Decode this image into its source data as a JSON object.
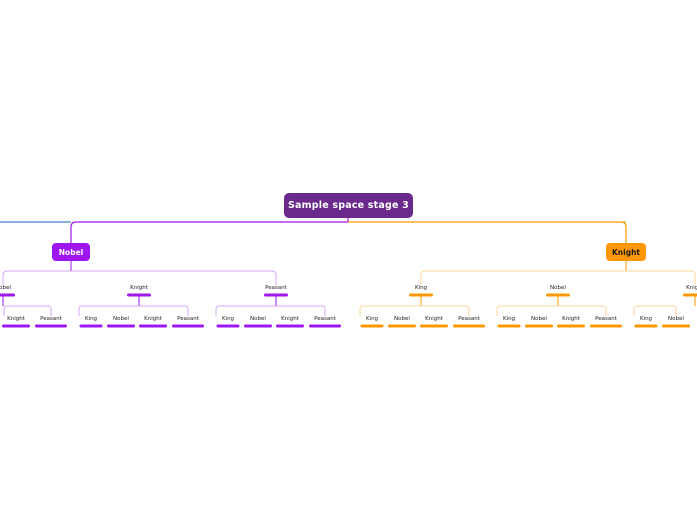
{
  "root": {
    "label": "Sample space stage 3"
  },
  "branches": [
    {
      "label": "Nobel",
      "color": "#9e16f0",
      "lineColor": "#d7a6f5",
      "children": [
        {
          "label": "Nobel",
          "children": [
            "Knight",
            "Peasant"
          ]
        },
        {
          "label": "Knight",
          "children": [
            "King",
            "Nobel",
            "Knight",
            "Peasant"
          ]
        },
        {
          "label": "Peasant",
          "children": [
            "King",
            "Nobel",
            "Knight",
            "Peasant"
          ]
        }
      ]
    },
    {
      "label": "Knight",
      "color": "#ff9800",
      "lineColor": "#ffd699",
      "children": [
        {
          "label": "King",
          "children": [
            "King",
            "Nobel",
            "Knight",
            "Peasant"
          ]
        },
        {
          "label": "Nobel",
          "children": [
            "King",
            "Nobel",
            "Knight",
            "Peasant"
          ]
        },
        {
          "label": "Knight",
          "children": [
            "King",
            "Nobel"
          ]
        }
      ]
    }
  ],
  "offscreen_branch_colors": {
    "left": "#1565c0",
    "right": "#8bc34a"
  }
}
